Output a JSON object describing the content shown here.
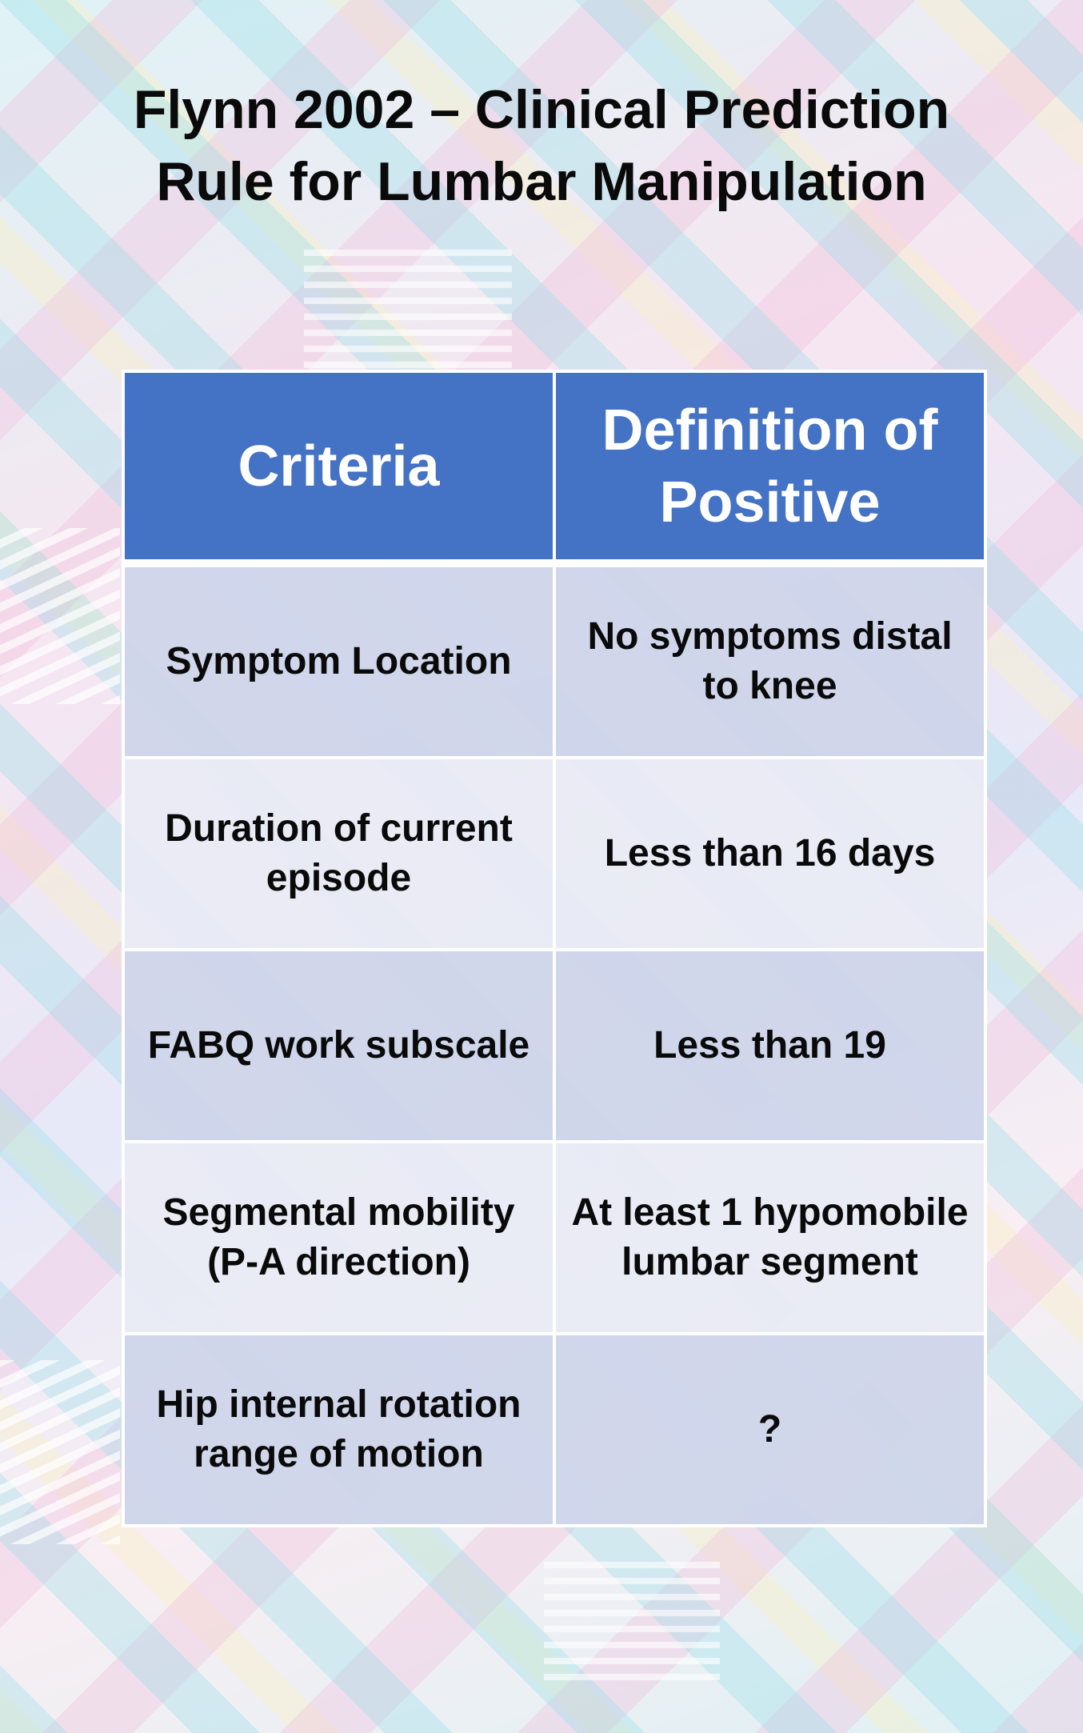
{
  "title": {
    "line1": "Flynn 2002 – Clinical Prediction",
    "line2": "Rule for Lumbar Manipulation"
  },
  "table": {
    "headers": [
      "Criteria",
      "Definition of Positive"
    ],
    "rows": [
      {
        "criteria": "Symptom Location",
        "definition": "No symptoms distal to knee"
      },
      {
        "criteria": "Duration of current episode",
        "definition": "Less than 16 days"
      },
      {
        "criteria": "FABQ work subscale",
        "definition": "Less than 19"
      },
      {
        "criteria": "Segmental mobility (P-A direction)",
        "definition": "At least 1 hypomobile lumbar segment"
      },
      {
        "criteria": "Hip internal rotation range of motion",
        "definition": "?"
      }
    ]
  },
  "colors": {
    "header_bg": "#4472c4",
    "header_text": "#ffffff",
    "row_odd_bg": "#cfd5ea",
    "row_even_bg": "#e9ebf5",
    "text": "#0a0a0a"
  }
}
